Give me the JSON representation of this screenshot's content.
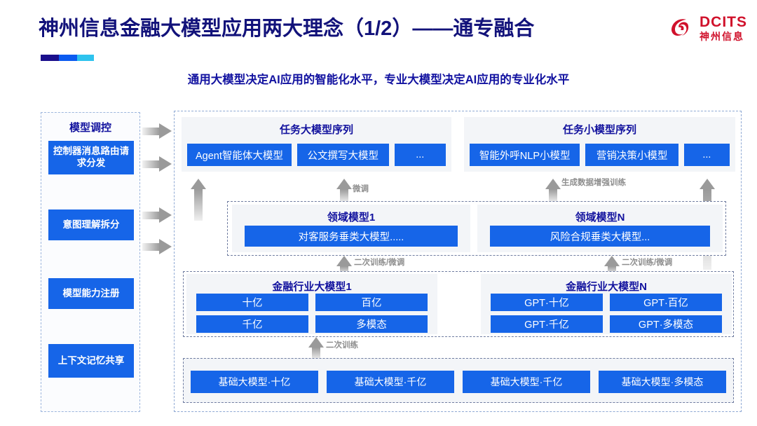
{
  "header": {
    "title": "神州信息金融大模型应用两大理念（1/2）——通专融合",
    "subtitle": "通用大模型决定AI应用的智能化水平，专业大模型决定AI应用的专业化水平",
    "logo_en": "DCITS",
    "logo_cn": "神州信息",
    "accent_colors": [
      "#1a0f8c",
      "#0b5bf0",
      "#2ec3ee"
    ],
    "brand_red": "#d0112b",
    "title_color": "#12127a"
  },
  "control_column": {
    "title": "模型调控",
    "items": [
      {
        "label": "控制器消息路由请求分发"
      },
      {
        "label": "意图理解拆分"
      },
      {
        "label": "模型能力注册"
      },
      {
        "label": "上下文记忆共享"
      }
    ]
  },
  "task_sequences": [
    {
      "title": "任务大模型序列",
      "models": [
        "Agent智能体大模型",
        "公文撰写大模型",
        "..."
      ]
    },
    {
      "title": "任务小模型序列",
      "models": [
        "智能外呼NLP小模型",
        "营销决策小模型",
        "..."
      ]
    }
  ],
  "domain_models": [
    {
      "title": "领域模型1",
      "model": "对客服务垂类大模型....."
    },
    {
      "title": "领域模型N",
      "model": "风险合规垂类大模型..."
    }
  ],
  "industry_models": [
    {
      "title": "金融行业大模型1",
      "items": [
        "十亿",
        "百亿",
        "千亿",
        "多模态"
      ]
    },
    {
      "title": "金融行业大模型N",
      "items": [
        "GPT·十亿",
        "GPT·百亿",
        "GPT·千亿",
        "GPT·多模态"
      ]
    }
  ],
  "base_models": {
    "items": [
      "基础大模型·十亿",
      "基础大模型·千亿",
      "基础大模型·千亿",
      "基础大模型·多模态"
    ]
  },
  "arrow_labels": {
    "fine_tune": "微调",
    "gen_data_aug": "生成数据增强训练",
    "retrain_finetune_left": "二次训练/微调",
    "retrain_finetune_right": "二次训练/微调",
    "retrain": "二次训练"
  },
  "colors": {
    "box_blue": "#1665e8",
    "panel_gray": "#f3f5f8",
    "dashed_border": "#6f7ca0",
    "arrow_gray": "#9a9a9a"
  }
}
